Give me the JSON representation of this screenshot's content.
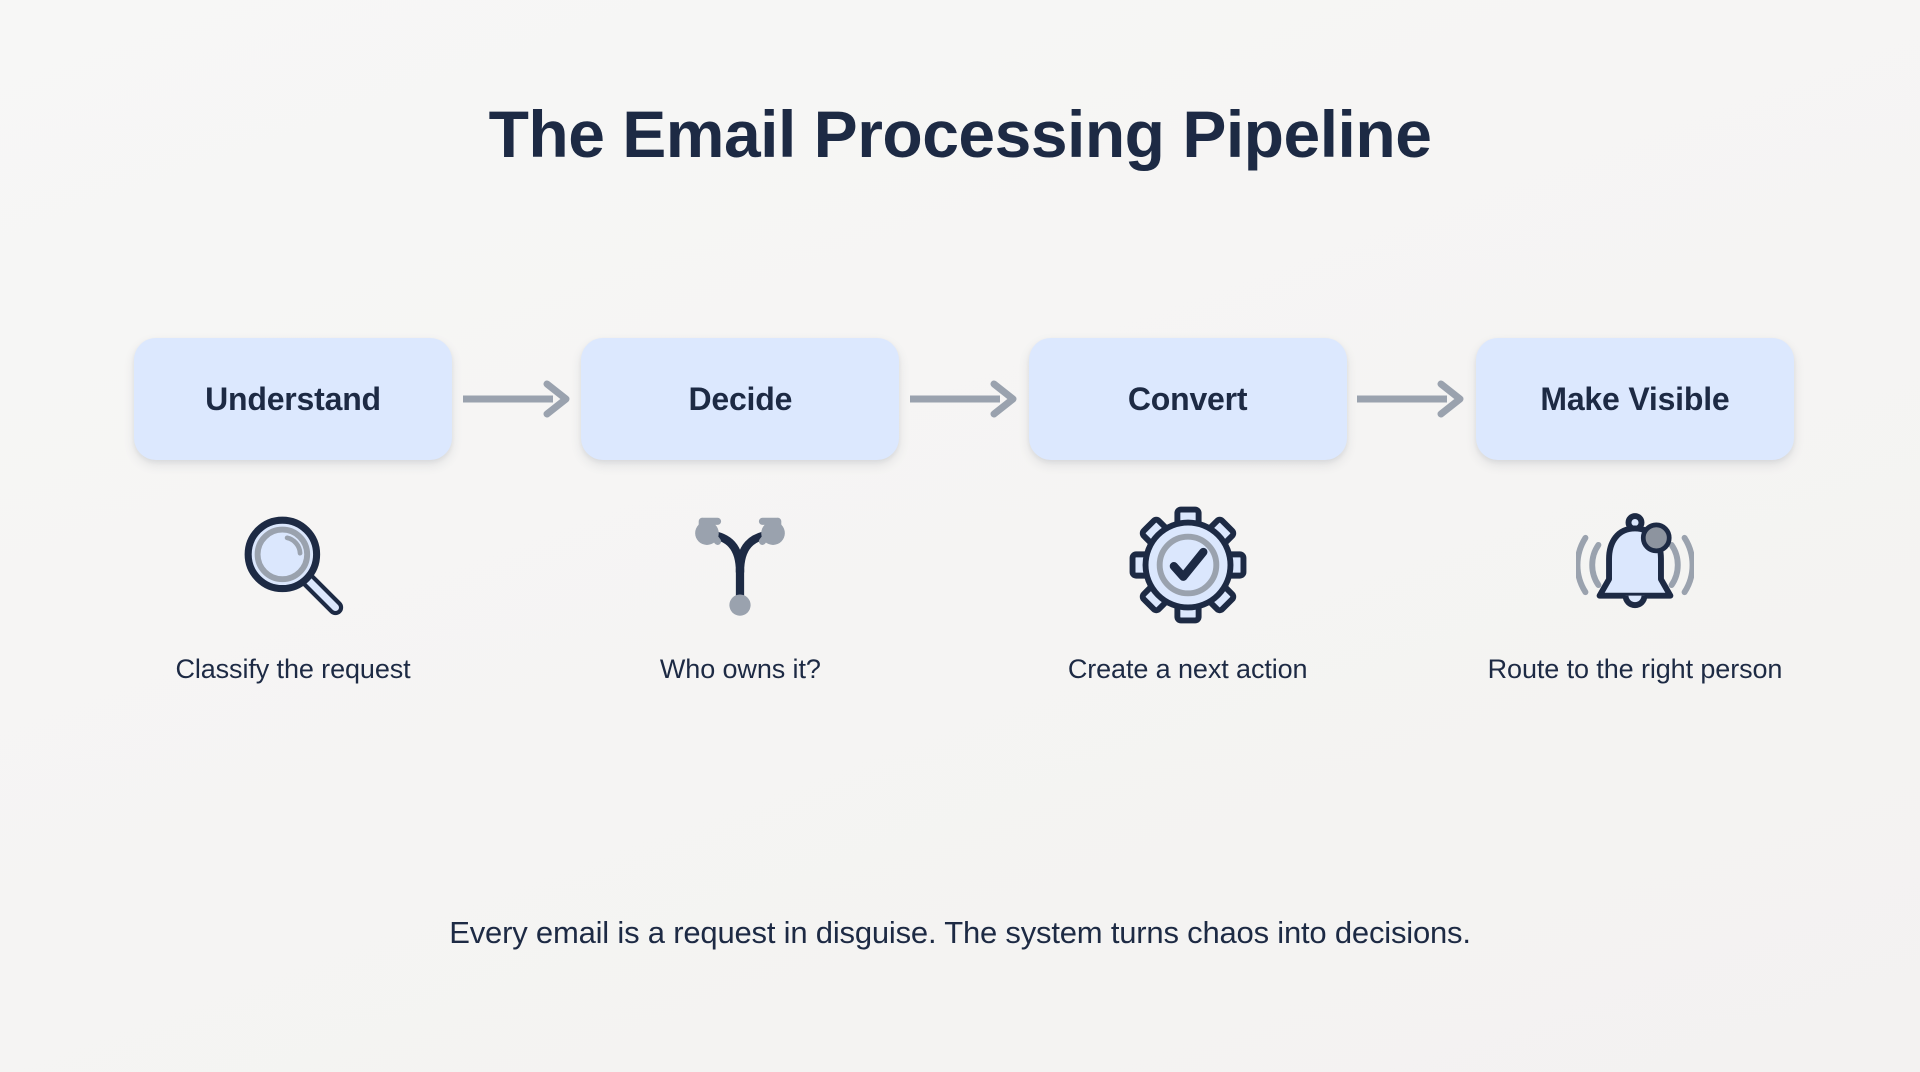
{
  "page": {
    "title": "The Email Processing Pipeline",
    "footer": "Every email is a request in disguise. The system turns chaos into decisions.",
    "background_color": "#f6f5f4"
  },
  "colors": {
    "title_navy": "#1d2a44",
    "box_fill": "#dce8fe",
    "arrow_gray": "#9aa2ae",
    "icon_outline": "#1d2a44",
    "icon_fill": "#dbe7fd",
    "icon_accent_gray": "#9aa2ae"
  },
  "stages": [
    {
      "label": "Understand",
      "caption": "Classify the request",
      "icon": "magnifier-icon"
    },
    {
      "label": "Decide",
      "caption": "Who owns it?",
      "icon": "branch-fork-icon"
    },
    {
      "label": "Convert",
      "caption": "Create a next action",
      "icon": "gear-check-icon"
    },
    {
      "label": "Make Visible",
      "caption": "Route to the right person",
      "icon": "bell-notification-icon"
    }
  ],
  "connectors": [
    {
      "name": "arrow-understand-to-decide",
      "icon": "arrow-right-icon"
    },
    {
      "name": "arrow-decide-to-convert",
      "icon": "arrow-right-icon"
    },
    {
      "name": "arrow-convert-to-make-visible",
      "icon": "arrow-right-icon"
    }
  ]
}
